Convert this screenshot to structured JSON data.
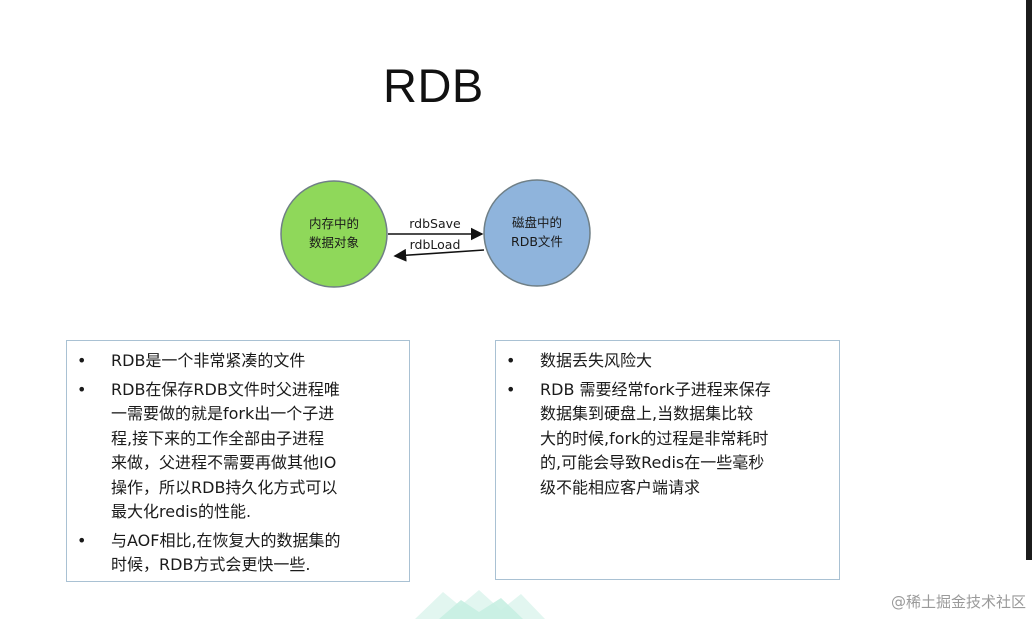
{
  "title": "RDB",
  "diagram": {
    "node_memory": {
      "line1": "内存中的",
      "line2": "数据对象",
      "color": "#8fd85a"
    },
    "node_disk": {
      "line1": "磁盘中的",
      "line2": "RDB文件",
      "color": "#8fb4dc"
    },
    "edge_save": "rdbSave",
    "edge_load": "rdbLoad"
  },
  "left_box": {
    "items": [
      {
        "bullet": "•",
        "lines": [
          "RDB是一个非常紧凑的文件"
        ]
      },
      {
        "bullet": "•",
        "lines": [
          "RDB在保存RDB文件时父进程唯",
          "一需要做的就是fork出一个子进",
          "程,接下来的工作全部由子进程",
          "来做，父进程不需要再做其他IO",
          "操作，所以RDB持久化方式可以",
          "最大化redis的性能."
        ]
      },
      {
        "bullet": "•",
        "lines": [
          "与AOF相比,在恢复大的数据集的",
          "时候，RDB方式会更快一些."
        ]
      }
    ]
  },
  "right_box": {
    "items": [
      {
        "bullet": "•",
        "lines": [
          "数据丢失风险大"
        ]
      },
      {
        "bullet": "•",
        "lines": [
          "RDB 需要经常fork子进程来保存",
          "数据集到硬盘上,当数据集比较",
          "大的时候,fork的过程是非常耗时",
          "的,可能会导致Redis在一些毫秒",
          "级不能相应客户端请求"
        ]
      }
    ]
  },
  "watermark": "@稀土掘金技术社区"
}
